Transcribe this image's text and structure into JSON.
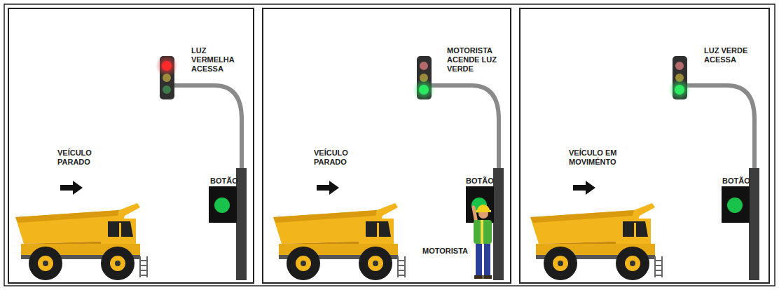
{
  "diagram": {
    "labels": [
      "LUZ VERMELHA ACESSA",
      "VEÍCULO PARADO",
      "BOTÃO",
      "MOTORISTA ACENDE LUZ VERDE",
      "VEÍCULO PARADO",
      "BOTÃO",
      "MOTORISTA",
      "LUZ VERDE ACESSA",
      "VEÍCULO EM MOVIMÉNTO",
      "BOTÃO"
    ]
  }
}
